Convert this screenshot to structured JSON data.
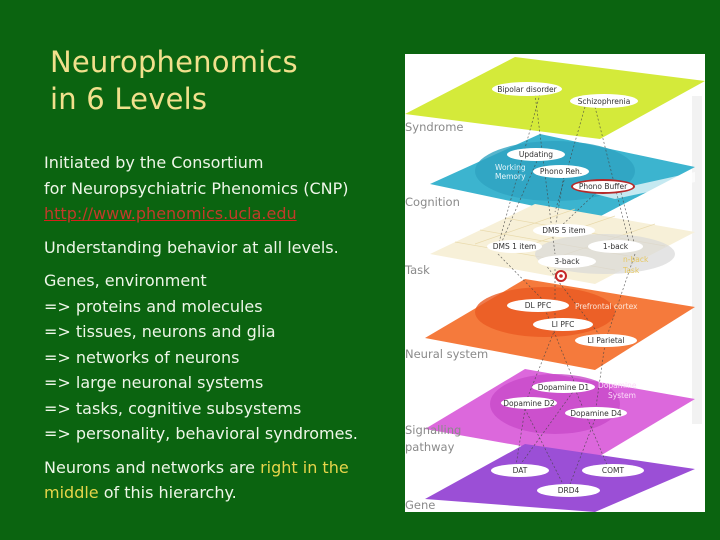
{
  "slide": {
    "title_lines": [
      "Neurophenomics",
      "in 6 Levels"
    ],
    "intro": {
      "line1": "Initiated by the Consortium",
      "line2": "for Neuropsychiatric Phenomics (CNP)",
      "link": "http://www.phenomics.ucla.edu"
    },
    "understanding": "Understanding behavior at all levels.",
    "hierarchy": [
      "Genes, environment",
      "=> proteins and molecules",
      "=> tissues, neurons and glia",
      "=> networks of neurons",
      "=> large neuronal systems",
      "=> tasks, cognitive subsystems",
      "=> personality, behavioral syndromes."
    ],
    "conclusion": {
      "part1": "Neurons and networks are ",
      "highlight1": "right in the",
      "highlight2": "middle",
      "part2": " of this hierarchy."
    }
  },
  "figure": {
    "levels": [
      {
        "label": "Syndrome",
        "color": "#d4ea3a"
      },
      {
        "label": "Cognition",
        "color": "#3cb4cf"
      },
      {
        "label": "Task",
        "color": "#f7f0d8"
      },
      {
        "label": "Neural system",
        "color": "#f36a30"
      },
      {
        "label": "Signalling",
        "label2": "pathway",
        "color": "#d55ad8"
      },
      {
        "label": "Gene",
        "color": "#9b4fd6"
      }
    ],
    "nodes": {
      "bipolar": "Bipolar disorder",
      "schizo": "Schizophrenia",
      "updating": "Updating",
      "phono_reh": "Phono Reh.",
      "phono_buffer": "Phono Buffer",
      "dms5": "DMS 5 item",
      "dms1": "DMS 1 item",
      "oneback": "1-back",
      "threeback": "3-back",
      "dlpfc": "DL PFC",
      "lipfc": "LI PFC",
      "liparietal": "LI Parietal",
      "d1": "Dopamine D1",
      "d2": "Dopamine D2",
      "d4": "Dopamine D4",
      "dat": "DAT",
      "comt": "COMT",
      "drd4": "DRD4"
    },
    "tags": {
      "working_memory_1": "Working",
      "working_memory_2": "Memory",
      "nback_1": "n-back",
      "nback_2": "Task",
      "prefrontal": "Prefrontal cortex",
      "dopamine_1": "Dopamine",
      "dopamine_2": "System"
    }
  }
}
